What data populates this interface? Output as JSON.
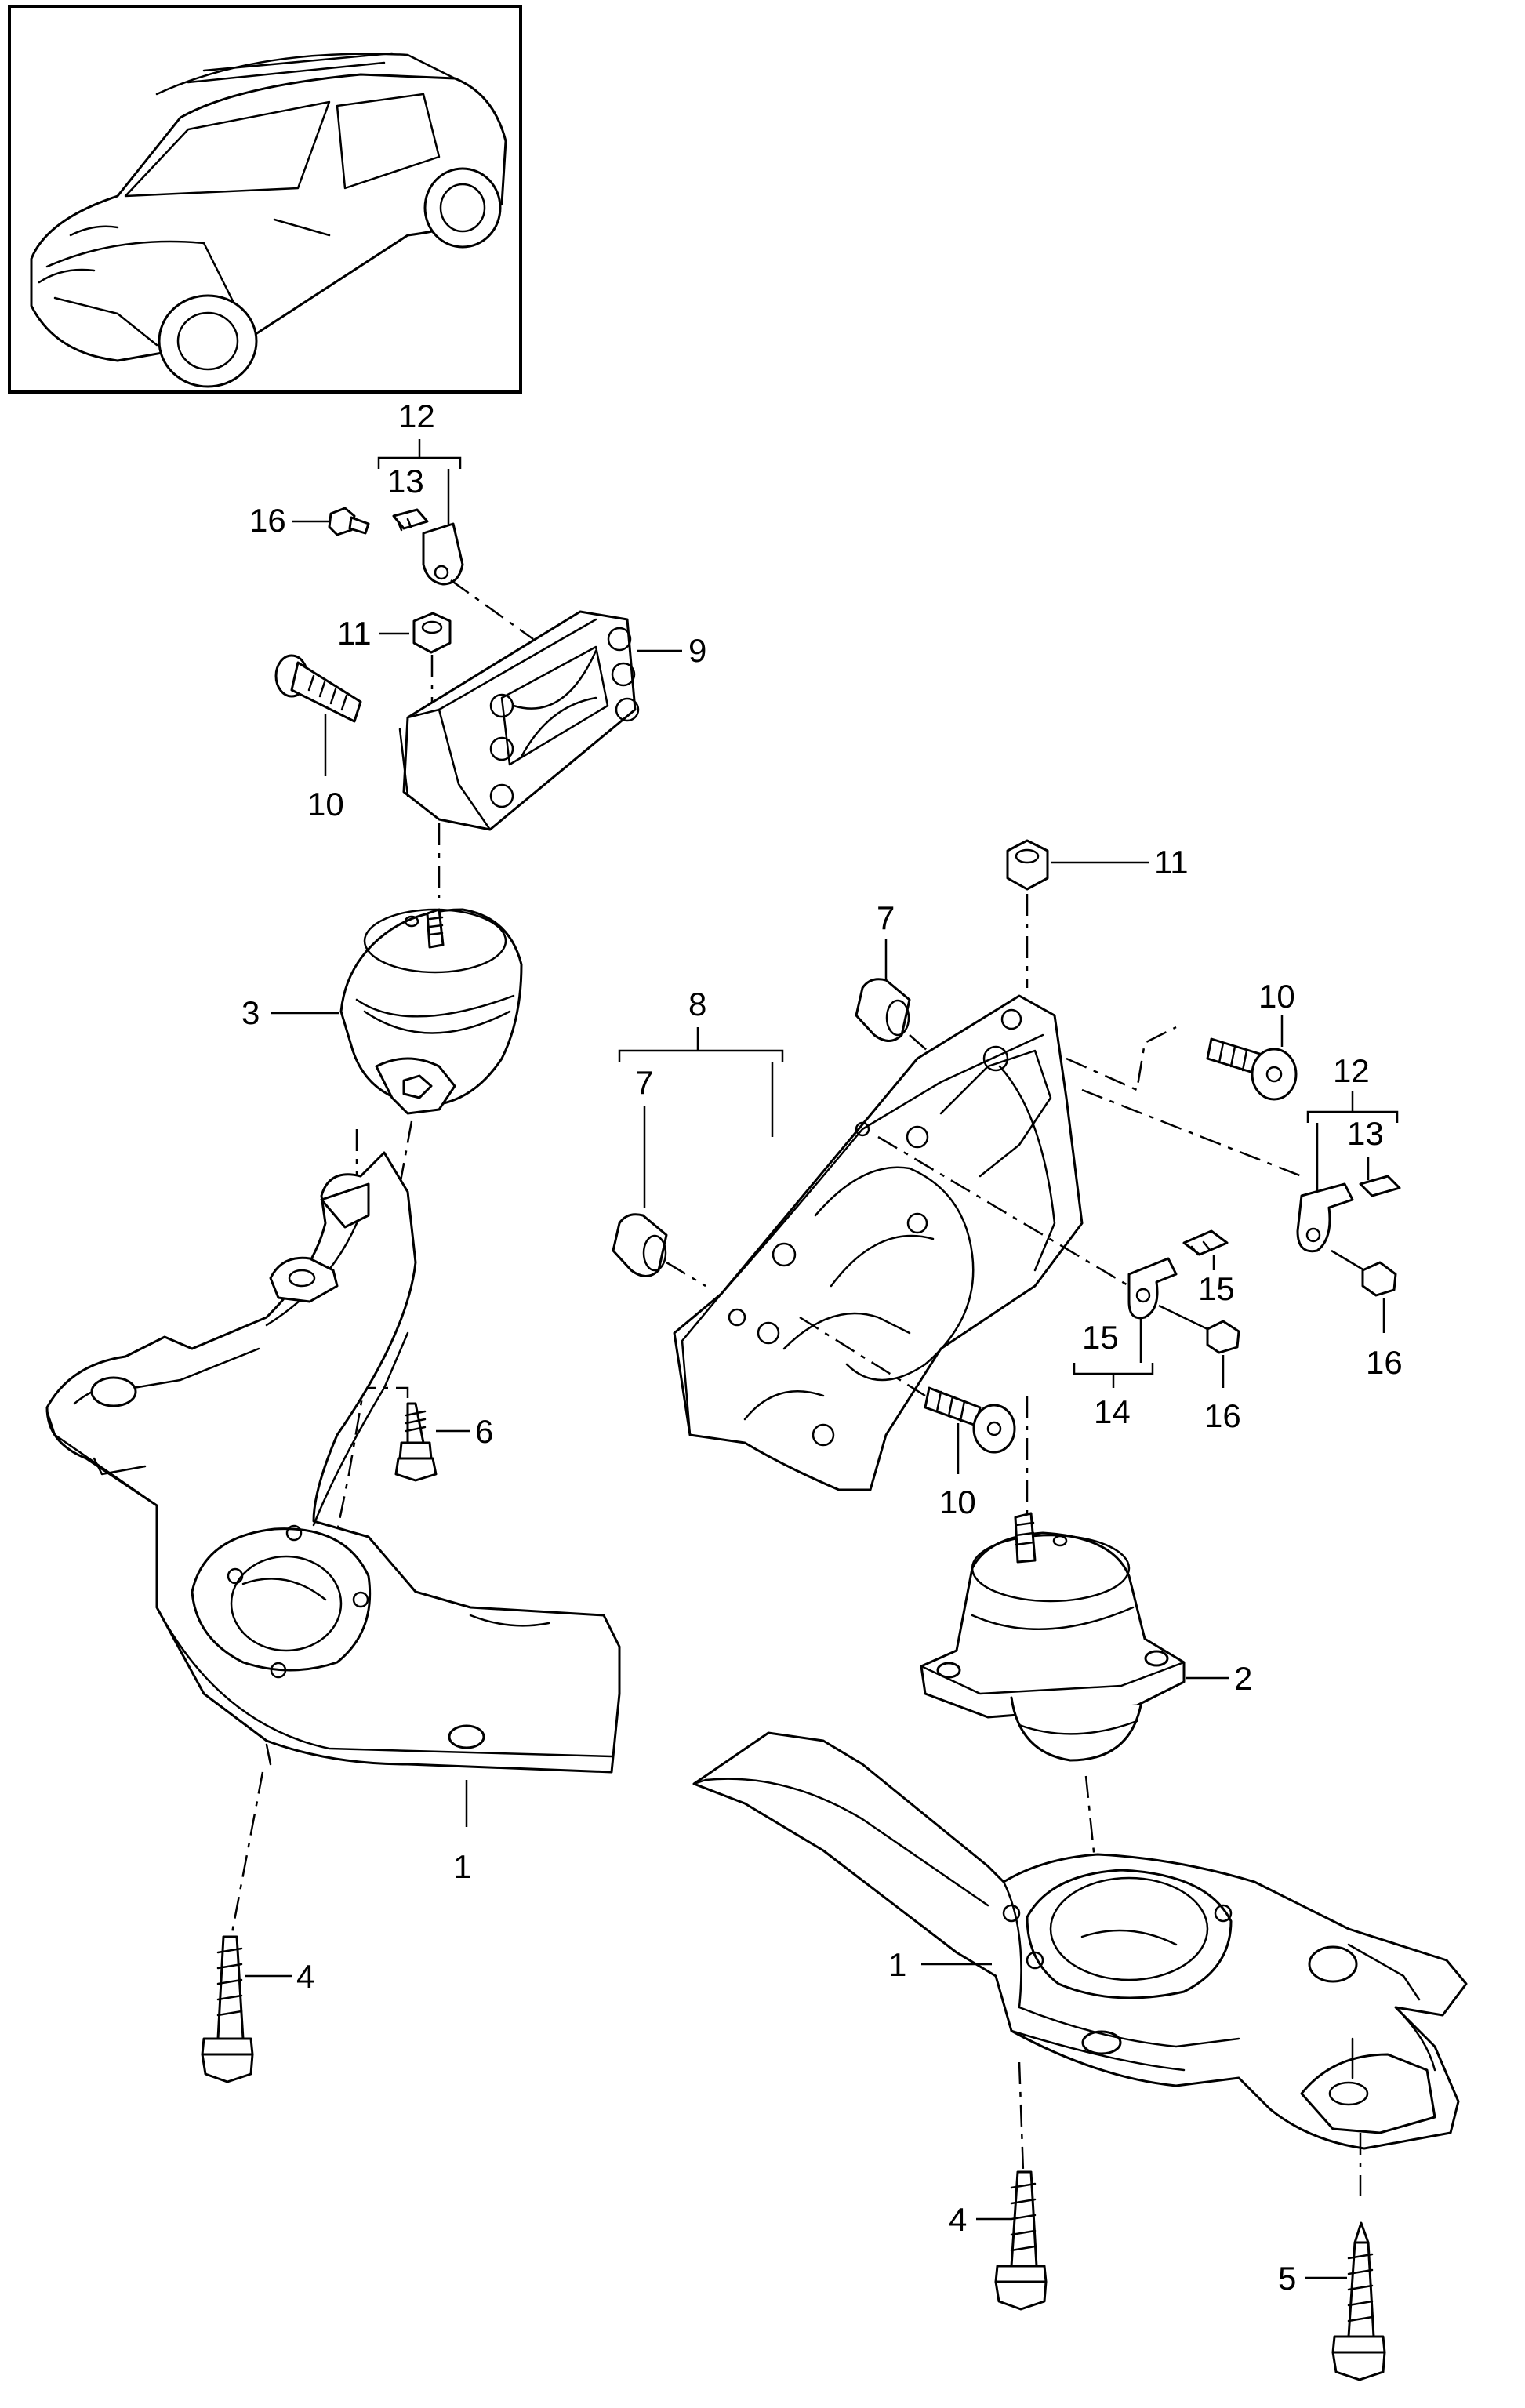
{
  "callouts": {
    "p12_left": "12",
    "p13_left": "13",
    "p16_left": "16",
    "p11_left": "11",
    "p9": "9",
    "p10_left": "10",
    "p3": "3",
    "p6": "6",
    "p1_left": "1",
    "p4_left": "4",
    "p11_right": "11",
    "p7_top": "7",
    "p10_right_top": "10",
    "p8": "8",
    "p7_mid": "7",
    "p12_right": "12",
    "p13_right": "13",
    "p15_a": "15",
    "p15_b": "15",
    "p14": "14",
    "p16_mid": "16",
    "p16_right": "16",
    "p10_right_bottom": "10",
    "p2": "2",
    "p1_right": "1",
    "p4_right": "4",
    "p5": "5"
  }
}
